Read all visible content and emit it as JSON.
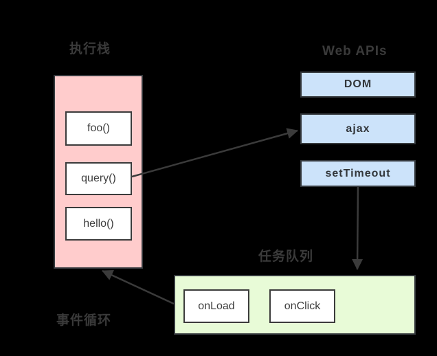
{
  "diagram_title": "JavaScript event loop diagram",
  "stack": {
    "label": "执行栈",
    "frames": [
      {
        "label": "foo()"
      },
      {
        "label": "query()"
      },
      {
        "label": "hello()"
      }
    ]
  },
  "web_apis": {
    "label": "Web APIs",
    "items": [
      {
        "label": "DOM"
      },
      {
        "label": "ajax"
      },
      {
        "label": "setTimeout"
      }
    ]
  },
  "task_queue": {
    "label": "任务队列",
    "items": [
      {
        "label": "onLoad"
      },
      {
        "label": "onClick"
      }
    ]
  },
  "event_loop": {
    "label": "事件循环"
  },
  "arrows": [
    {
      "name": "query-to-ajax",
      "from": "query()",
      "to": "ajax"
    },
    {
      "name": "settimeout-to-task-queue",
      "from": "setTimeout",
      "to": "任务队列"
    },
    {
      "name": "task-queue-to-stack",
      "from": "任务队列",
      "to": "执行栈"
    }
  ],
  "colors": {
    "background": "#000000",
    "stack_fill": "#ffcccc",
    "web_api_fill": "#cce3fa",
    "task_queue_fill": "#e8fbd7",
    "inner_box_fill": "#ffffff",
    "border": "#35393d",
    "arrow": "#3b3b3b",
    "zone_label_text": "#3a3a3a",
    "box_text": "#3d3d3d"
  }
}
